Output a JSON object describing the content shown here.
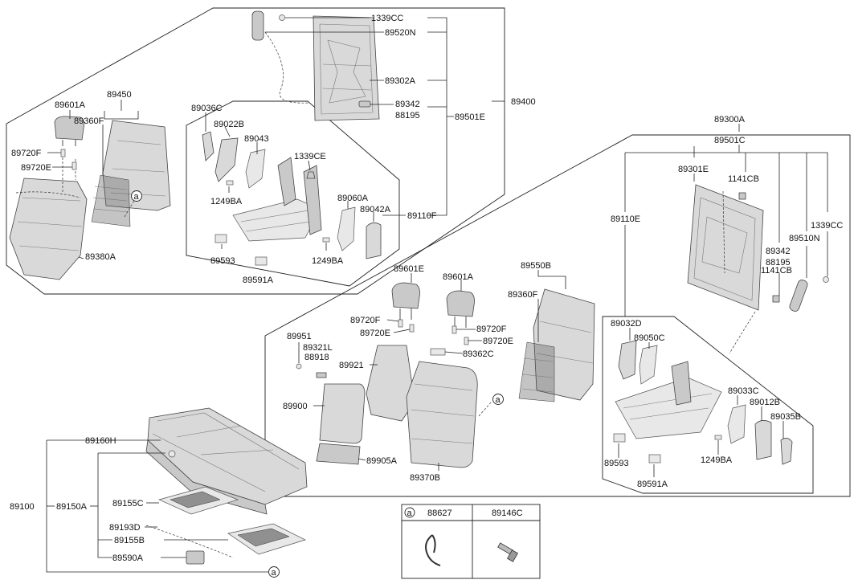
{
  "labels": {
    "p1339CC_top": "1339CC",
    "p89520N": "89520N",
    "p89302A": "89302A",
    "p89342_l": "89342",
    "p88195_l": "88195",
    "p89501E": "89501E",
    "p89400": "89400",
    "p89450": "89450",
    "p89601A_l": "89601A",
    "p89360F_l": "89360F",
    "p89720F_l": "89720F",
    "p89720E_l": "89720E",
    "p89380A": "89380A",
    "p89036C": "89036C",
    "p89022B": "89022B",
    "p89043": "89043",
    "p1339CE": "1339CE",
    "p1249BA_l1": "1249BA",
    "p89060A": "89060A",
    "p89042A": "89042A",
    "p89110F": "89110F",
    "p89593_l": "89593",
    "p1249BA_l2": "1249BA",
    "p89591A_l": "89591A",
    "p89300A": "89300A",
    "p89501C": "89501C",
    "p89301E": "89301E",
    "p1141CB_1": "1141CB",
    "p89110E": "89110E",
    "p1339CC_r": "1339CC",
    "p89510N": "89510N",
    "p89342_r": "89342",
    "p88195_r": "88195",
    "p1141CB_2": "1141CB",
    "p89601E": "89601E",
    "p89601A_m": "89601A",
    "p89550B": "89550B",
    "p89360F_m": "89360F",
    "p89720F_m1": "89720F",
    "p89720E_m1": "89720E",
    "p89720F_m2": "89720F",
    "p89720E_m2": "89720E",
    "p89951": "89951",
    "p89321L": "89321L",
    "p88918": "88918",
    "p89362C": "89362C",
    "p89921": "89921",
    "p89900": "89900",
    "p89905A": "89905A",
    "p89370B": "89370B",
    "p89032D": "89032D",
    "p89050C": "89050C",
    "p89033C": "89033C",
    "p89012B": "89012B",
    "p89035B": "89035B",
    "p1249BA_r": "1249BA",
    "p89593_r": "89593",
    "p89591A_r": "89591A",
    "p89160H": "89160H",
    "p89100": "89100",
    "p89150A": "89150A",
    "p89155C": "89155C",
    "p89193D": "89193D",
    "p89155B": "89155B",
    "p89590A": "89590A"
  },
  "callout_marker": "a",
  "legend": {
    "marker": "a",
    "col1": "88627",
    "col2": "89146C"
  }
}
